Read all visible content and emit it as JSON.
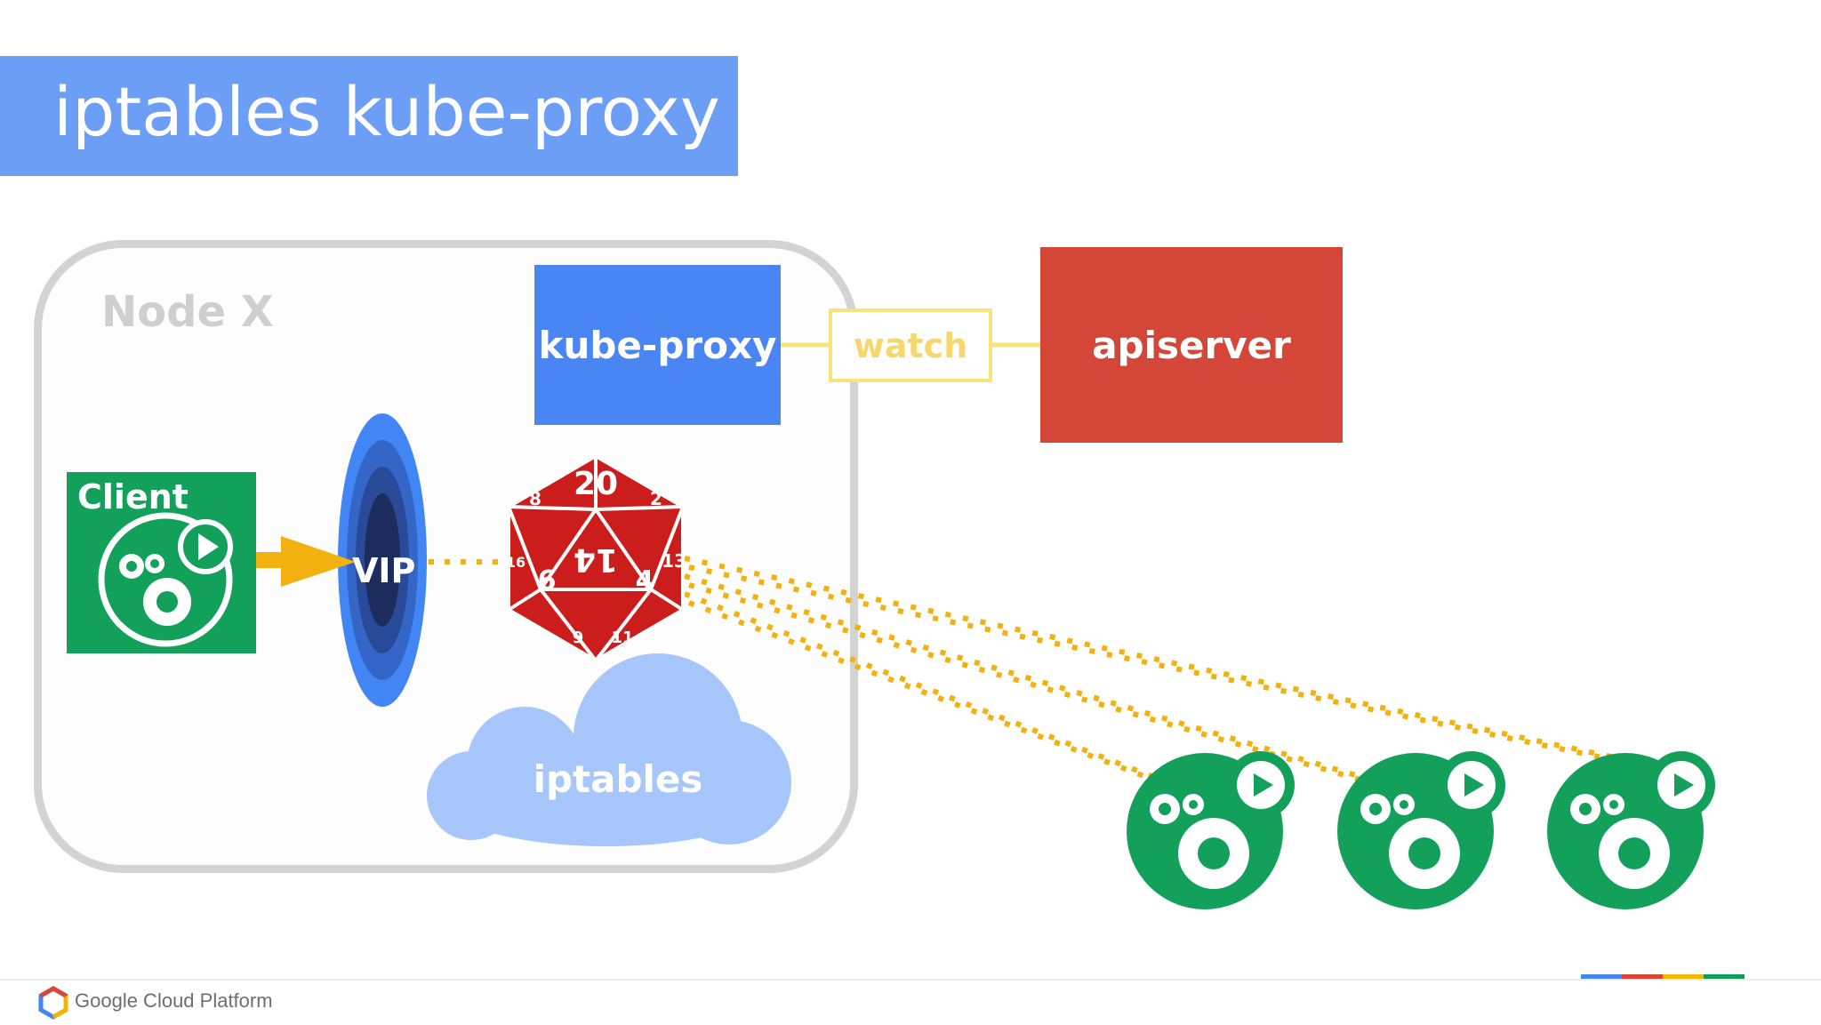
{
  "title": "iptables kube-proxy",
  "node": {
    "label": "Node X"
  },
  "kube_proxy": {
    "label": "kube-proxy"
  },
  "watch": {
    "label": "watch"
  },
  "apiserver": {
    "label": "apiserver"
  },
  "client": {
    "label": "Client"
  },
  "vip": {
    "label": "VIP"
  },
  "iptables": {
    "label": "iptables"
  },
  "dice": {
    "faces": [
      "20",
      "14",
      "8",
      "2",
      "16",
      "13",
      "6",
      "4",
      "9",
      "11"
    ]
  },
  "pods": {
    "count": 3
  },
  "footer": {
    "brand": "Google Cloud Platform"
  },
  "colors": {
    "title_bar": "#6c9ef5",
    "kube_proxy": "#4a86f3",
    "apiserver": "#d44637",
    "watch_border": "#f9e27a",
    "client_green": "#12a05a",
    "arrow": "#f2b10f",
    "dots": "#f2b10f",
    "dice_red": "#cc1d1d",
    "cloud": "#a7c6fb",
    "strip": [
      "#4285f4",
      "#db4437",
      "#f4b400",
      "#0f9d58"
    ]
  }
}
